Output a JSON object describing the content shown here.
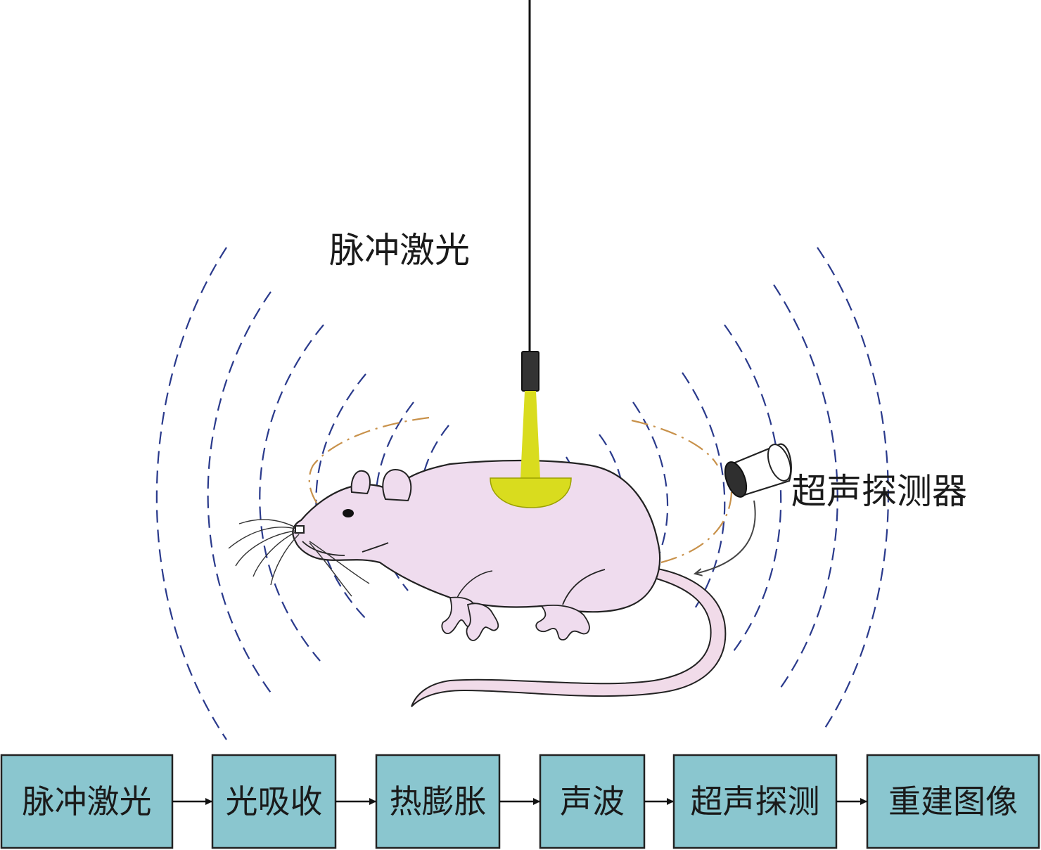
{
  "labels": {
    "laser": "脉冲激光",
    "detector": "超声探测器"
  },
  "flow": {
    "steps": [
      "脉冲激光",
      "光吸收",
      "热膨胀",
      "声波",
      "超声探测",
      "重建图像"
    ]
  },
  "colors": {
    "wave": "#2a3a8c",
    "orbit": "#c8914a",
    "box_fill": "#8ac6cf",
    "beam": "#d9dc1e",
    "mouse_body": "#efdcee"
  }
}
